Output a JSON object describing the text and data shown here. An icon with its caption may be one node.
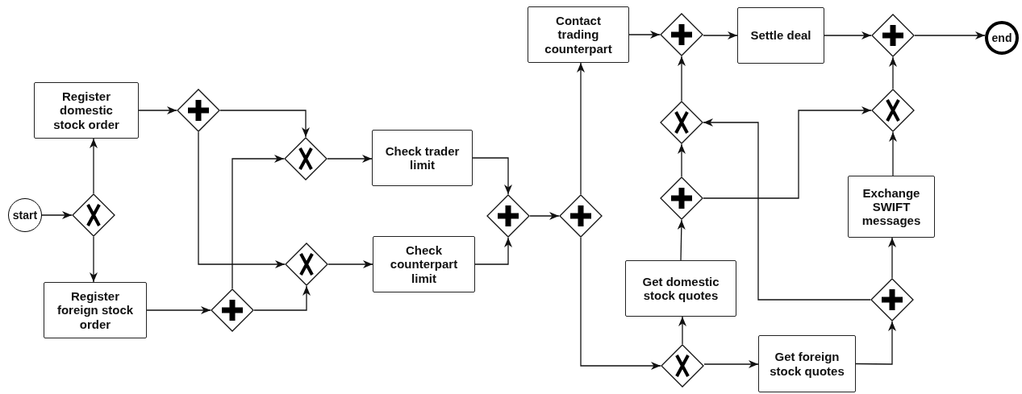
{
  "diagram": {
    "nodes": [
      {
        "text": [
          "start"
        ]
      },
      {
        "text": [],
        "shape": "diamond"
      },
      {
        "text": [
          "Register domestic stock order"
        ]
      },
      {
        "text": [
          "Register foreign stock order"
        ]
      },
      {
        "text": [],
        "shape": "diamond"
      },
      {
        "text": [],
        "shape": "diamond"
      },
      {
        "text": [],
        "shape": "diamond"
      },
      {
        "text": [],
        "shape": "diamond"
      },
      {
        "text": [
          "Check trader limit"
        ]
      },
      {
        "text": [
          "Check counterpart limit"
        ]
      },
      {
        "text": [],
        "shape": "diamond"
      },
      {
        "text": [],
        "shape": "diamond"
      },
      {
        "text": [
          "Contact trading counterpart"
        ]
      },
      {
        "text": [],
        "shape": "diamond"
      },
      {
        "text": [
          "Settle deal"
        ]
      },
      {
        "text": [],
        "shape": "diamond"
      },
      {
        "text": [
          "end"
        ]
      },
      {
        "text": [],
        "shape": "diamond"
      },
      {
        "text": [],
        "shape": "diamond"
      },
      {
        "text": [],
        "shape": "diamond"
      },
      {
        "text": [
          "Exchange SWIFT messages"
        ]
      },
      {
        "text": [
          "Get domestic stock quotes"
        ]
      },
      {
        "text": [],
        "shape": "diamond"
      },
      {
        "text": [],
        "shape": "diamond"
      },
      {
        "text": [
          "Get foreign stock quotes"
        ]
      }
    ],
    "edges": [
      {
        "from": 0,
        "to": 1,
        "arrow": "to"
      },
      {
        "from": 1,
        "to": 2,
        "arrow": "to"
      },
      {
        "from": 1,
        "to": 3,
        "arrow": "to"
      },
      {
        "from": 2,
        "to": 4,
        "arrow": "to"
      },
      {
        "from": 3,
        "to": 5,
        "arrow": "to"
      },
      {
        "from": 4,
        "to": 6,
        "arrow": "to"
      },
      {
        "from": 4,
        "to": 7,
        "arrow": "to"
      },
      {
        "from": 5,
        "to": 6,
        "arrow": "to"
      },
      {
        "from": 5,
        "to": 7,
        "arrow": "to"
      },
      {
        "from": 6,
        "to": 8,
        "arrow": "to"
      },
      {
        "from": 7,
        "to": 9,
        "arrow": "to"
      },
      {
        "from": 8,
        "to": 10,
        "arrow": "to"
      },
      {
        "from": 9,
        "to": 10,
        "arrow": "to"
      },
      {
        "from": 10,
        "to": 11,
        "arrow": "to"
      },
      {
        "from": 11,
        "to": 12,
        "arrow": "to"
      },
      {
        "from": 11,
        "to": 23,
        "arrow": "to"
      },
      {
        "from": 12,
        "to": 13,
        "arrow": "to"
      },
      {
        "from": 13,
        "to": 14,
        "arrow": "to"
      },
      {
        "from": 14,
        "to": 15,
        "arrow": "to"
      },
      {
        "from": 15,
        "to": 16,
        "arrow": "to"
      },
      {
        "from": 17,
        "to": 13,
        "arrow": "to"
      },
      {
        "from": 19,
        "to": 17,
        "arrow": "to"
      },
      {
        "from": 19,
        "to": 18,
        "arrow": "to"
      },
      {
        "from": 21,
        "to": 19,
        "arrow": "to"
      },
      {
        "from": 23,
        "to": 21,
        "arrow": "to"
      },
      {
        "from": 23,
        "to": 24,
        "arrow": "to"
      },
      {
        "from": 24,
        "to": 22,
        "arrow": "to"
      },
      {
        "from": 22,
        "to": 17,
        "arrow": "to"
      },
      {
        "from": 22,
        "to": 20,
        "arrow": "to"
      },
      {
        "from": 20,
        "to": 18,
        "arrow": "to"
      },
      {
        "from": 18,
        "to": 15,
        "arrow": "to"
      }
    ]
  }
}
